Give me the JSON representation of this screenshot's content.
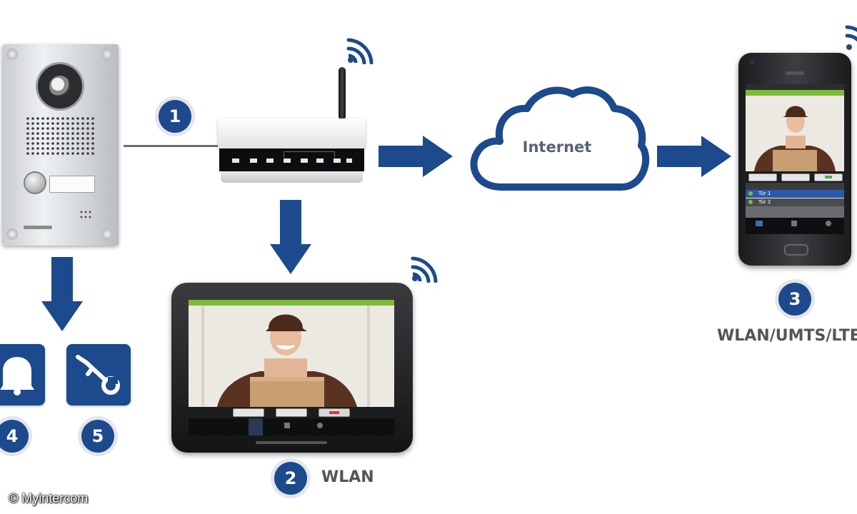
{
  "steps": [
    {
      "number": "1",
      "label": ""
    },
    {
      "number": "2",
      "label": "WLAN"
    },
    {
      "number": "3",
      "label": "WLAN/UMTS/LTE"
    },
    {
      "number": "4",
      "label": ""
    },
    {
      "number": "5",
      "label": ""
    }
  ],
  "cloud": {
    "label": "Internet"
  },
  "copyright": "© Myintercom",
  "phone": {
    "rows": [
      "Tür 1",
      "Tür 2"
    ]
  },
  "colors": {
    "brand_blue": "#1c4a8c",
    "wifi_blue": "#1c4a8c",
    "screen_green": "#7dbb3c"
  },
  "icons": [
    "door-station",
    "wifi-router",
    "tablet",
    "smartphone",
    "cloud",
    "bell-icon",
    "key-icon",
    "wifi-icon"
  ]
}
